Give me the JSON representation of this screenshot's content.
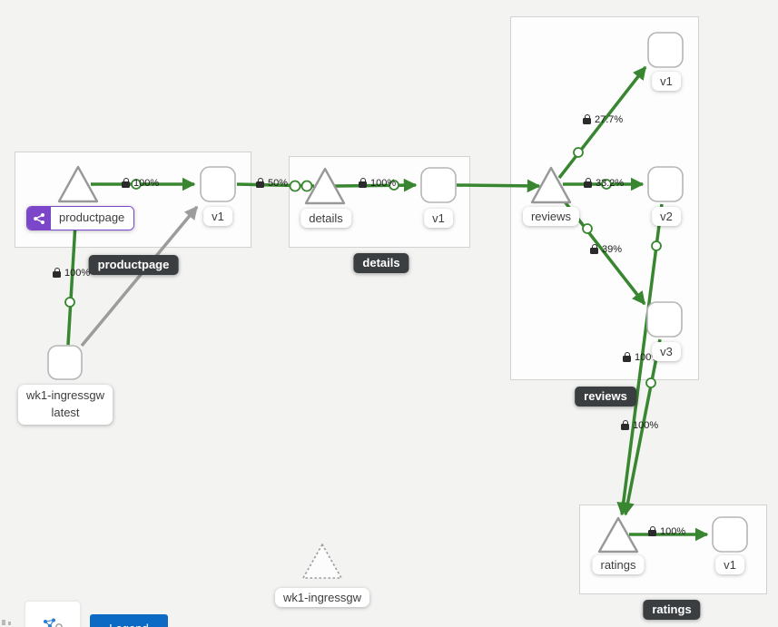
{
  "graph": {
    "groups": {
      "productpage": {
        "label": "productpage"
      },
      "details": {
        "label": "details"
      },
      "reviews": {
        "label": "reviews"
      },
      "ratings": {
        "label": "ratings"
      }
    },
    "nodes": {
      "productpage_service": {
        "label": "productpage",
        "type": "service",
        "badges": [
          "virtual-service"
        ]
      },
      "productpage_v1": {
        "label": "v1",
        "type": "workload"
      },
      "details_service": {
        "label": "details",
        "type": "service"
      },
      "details_v1": {
        "label": "v1",
        "type": "workload"
      },
      "reviews_service": {
        "label": "reviews",
        "type": "service"
      },
      "reviews_v1": {
        "label": "v1",
        "type": "workload"
      },
      "reviews_v2": {
        "label": "v2",
        "type": "workload"
      },
      "reviews_v3": {
        "label": "v3",
        "type": "workload"
      },
      "ratings_service": {
        "label": "ratings",
        "type": "service"
      },
      "ratings_v1": {
        "label": "v1",
        "type": "workload"
      },
      "ingress_workload": {
        "line1": "wk1-ingressgw",
        "line2": "latest",
        "type": "workload"
      },
      "ingress_idle_service": {
        "label": "wk1-ingressgw",
        "type": "idle-service"
      }
    },
    "edges": {
      "ingress_to_productpage": {
        "label": "100%",
        "mtls": true,
        "status": "healthy"
      },
      "ingress_to_productpage_v1": {
        "mtls": false,
        "status": "idle"
      },
      "productpage_to_v1": {
        "label": "100%",
        "mtls": true,
        "status": "healthy"
      },
      "productpage_v1_to_details": {
        "label": "50%",
        "mtls": true,
        "status": "healthy"
      },
      "details_to_v1": {
        "label": "100%",
        "mtls": true,
        "status": "healthy"
      },
      "reviews_to_v1": {
        "label": "27.7%",
        "mtls": true,
        "status": "healthy"
      },
      "reviews_to_v2": {
        "label": "33.2%",
        "mtls": true,
        "status": "healthy"
      },
      "reviews_to_v3": {
        "label": "39%",
        "mtls": true,
        "status": "healthy"
      },
      "reviews_v3_to_ratings": {
        "label": "100%",
        "mtls": true,
        "status": "healthy"
      },
      "reviews_v2_to_ratings": {
        "label": "100%",
        "mtls": true,
        "status": "healthy"
      },
      "ratings_to_v1": {
        "label": "100%",
        "mtls": true,
        "status": "healthy"
      }
    }
  },
  "controls": {
    "legend_label": "Legend"
  },
  "colors": {
    "traffic_green": "#38862f",
    "idle_gray": "#9c9c9c",
    "virtual_service_purple": "#7b46c9",
    "group_label_bg": "#3b3e41",
    "legend_button_blue": "#0c69c4"
  }
}
